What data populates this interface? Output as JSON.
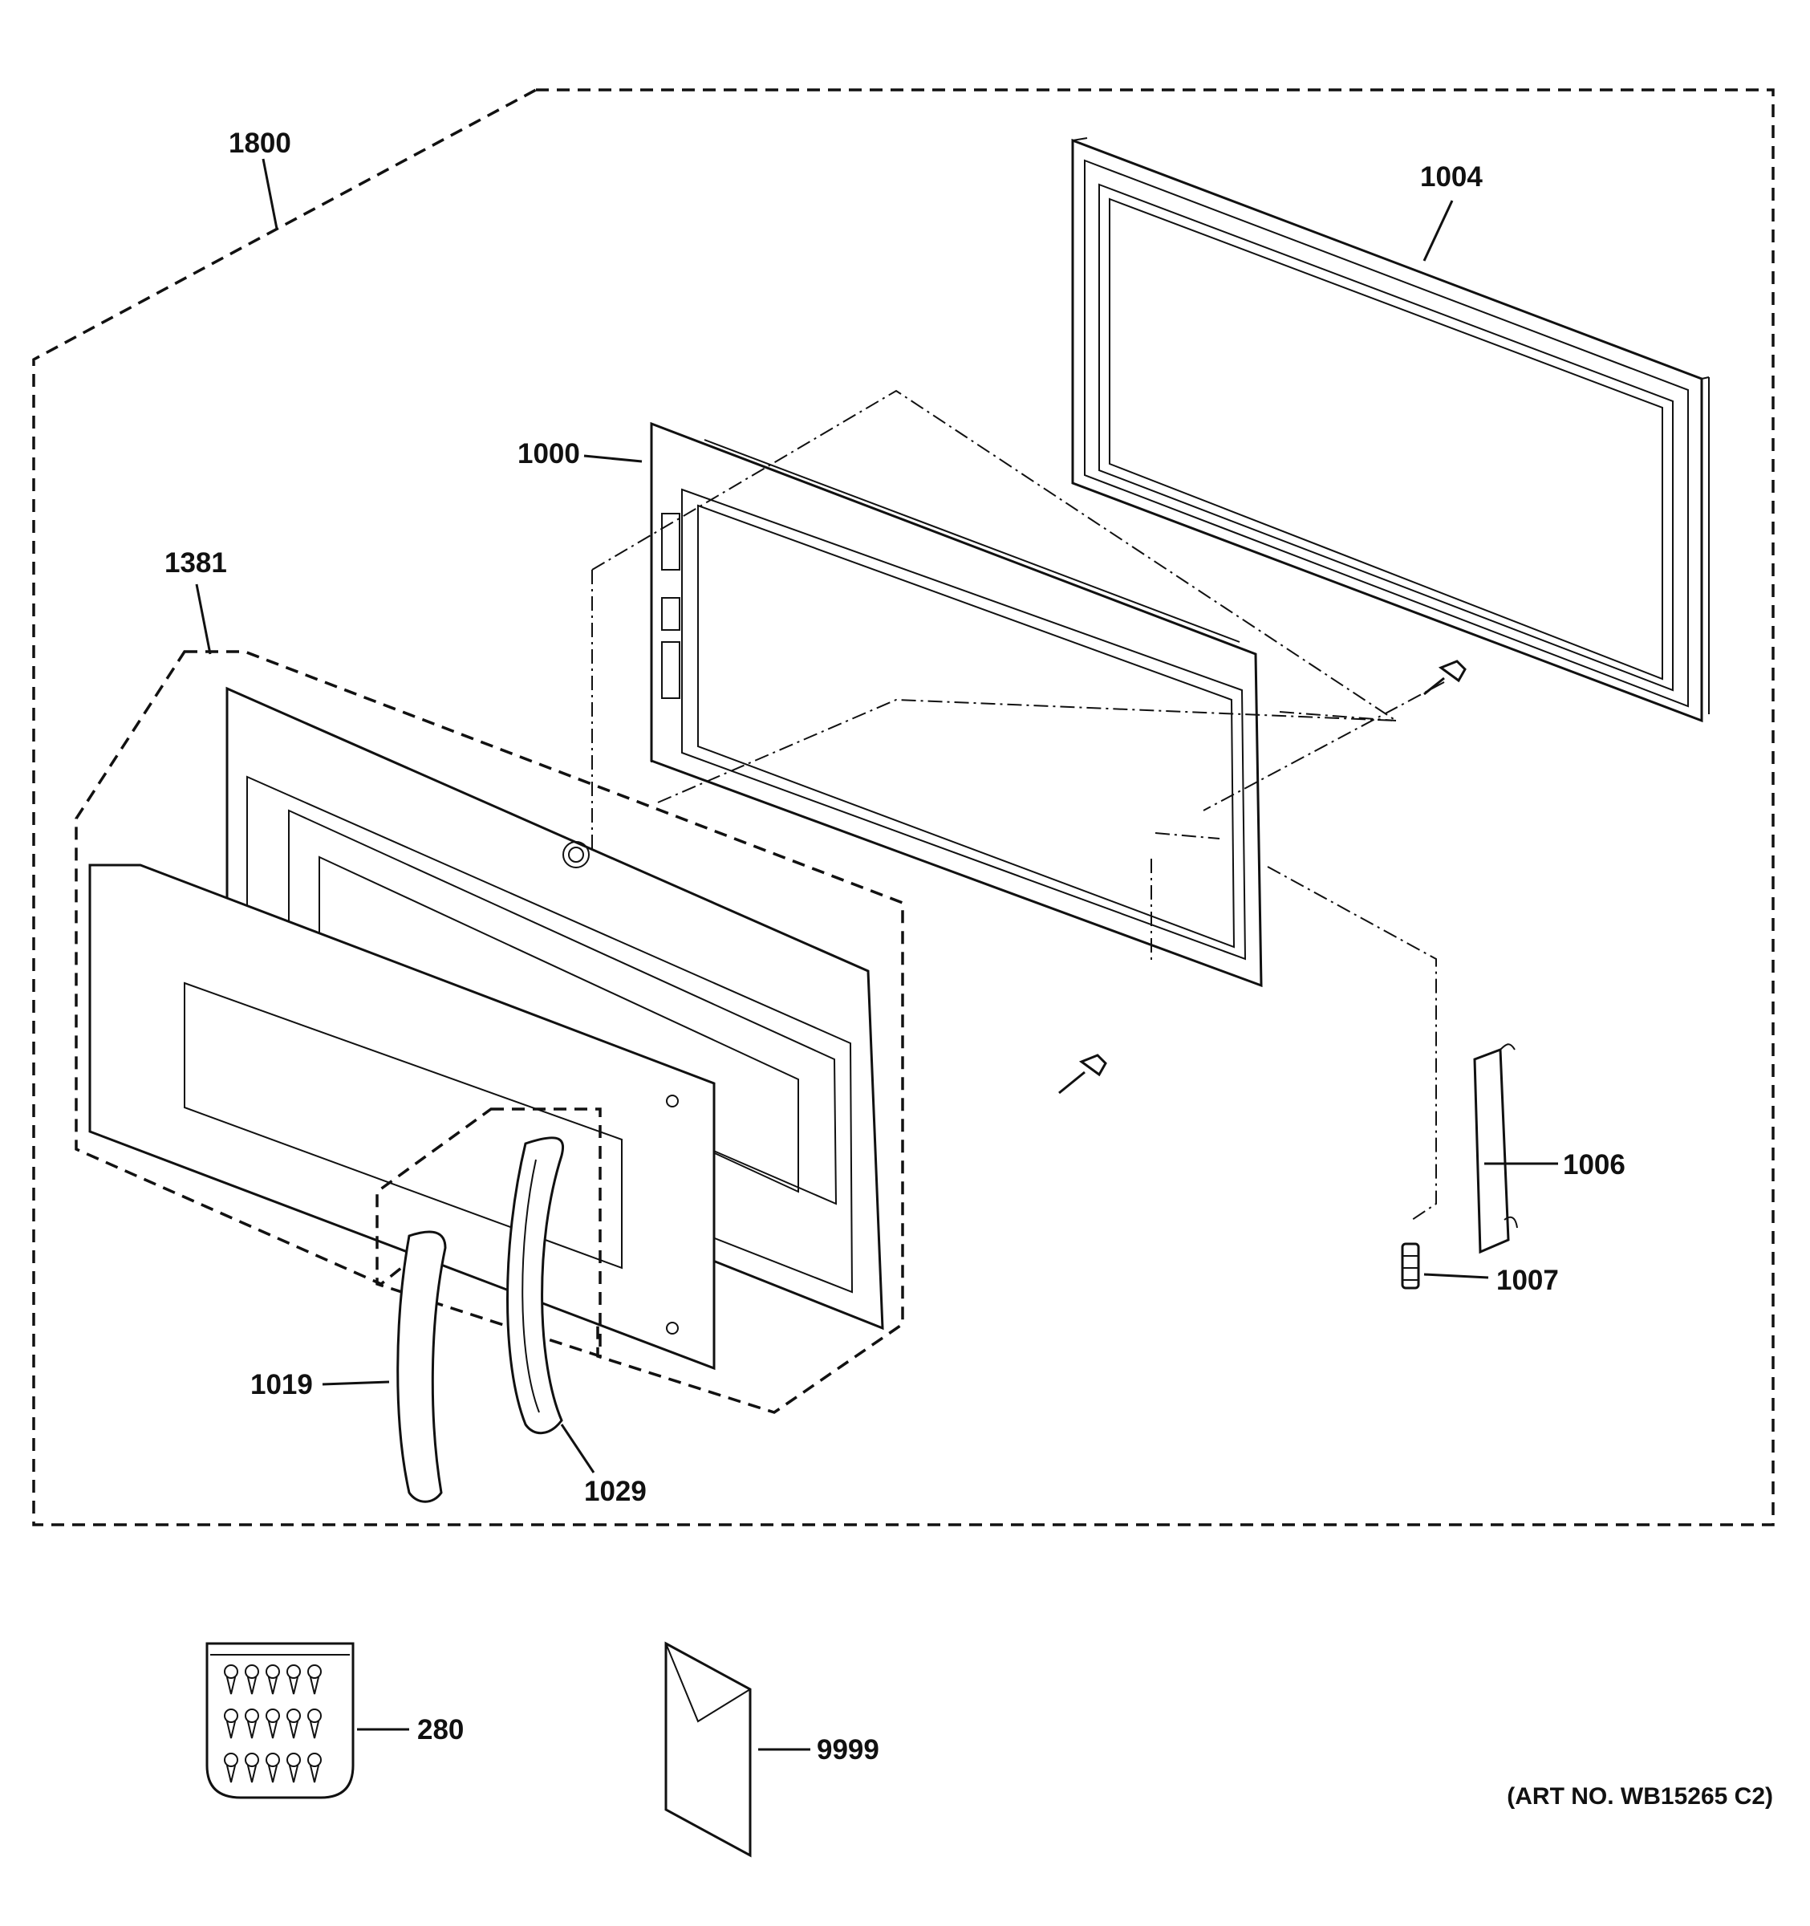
{
  "diagram": {
    "parts": [
      {
        "id": "1800",
        "label": "1800"
      },
      {
        "id": "1004",
        "label": "1004"
      },
      {
        "id": "1000",
        "label": "1000"
      },
      {
        "id": "1381",
        "label": "1381"
      },
      {
        "id": "1006",
        "label": "1006"
      },
      {
        "id": "1007",
        "label": "1007"
      },
      {
        "id": "1019",
        "label": "1019"
      },
      {
        "id": "1029",
        "label": "1029"
      },
      {
        "id": "280",
        "label": "280"
      },
      {
        "id": "9999",
        "label": "9999"
      }
    ],
    "art_number": "(ART NO. WB15265 C2)"
  }
}
